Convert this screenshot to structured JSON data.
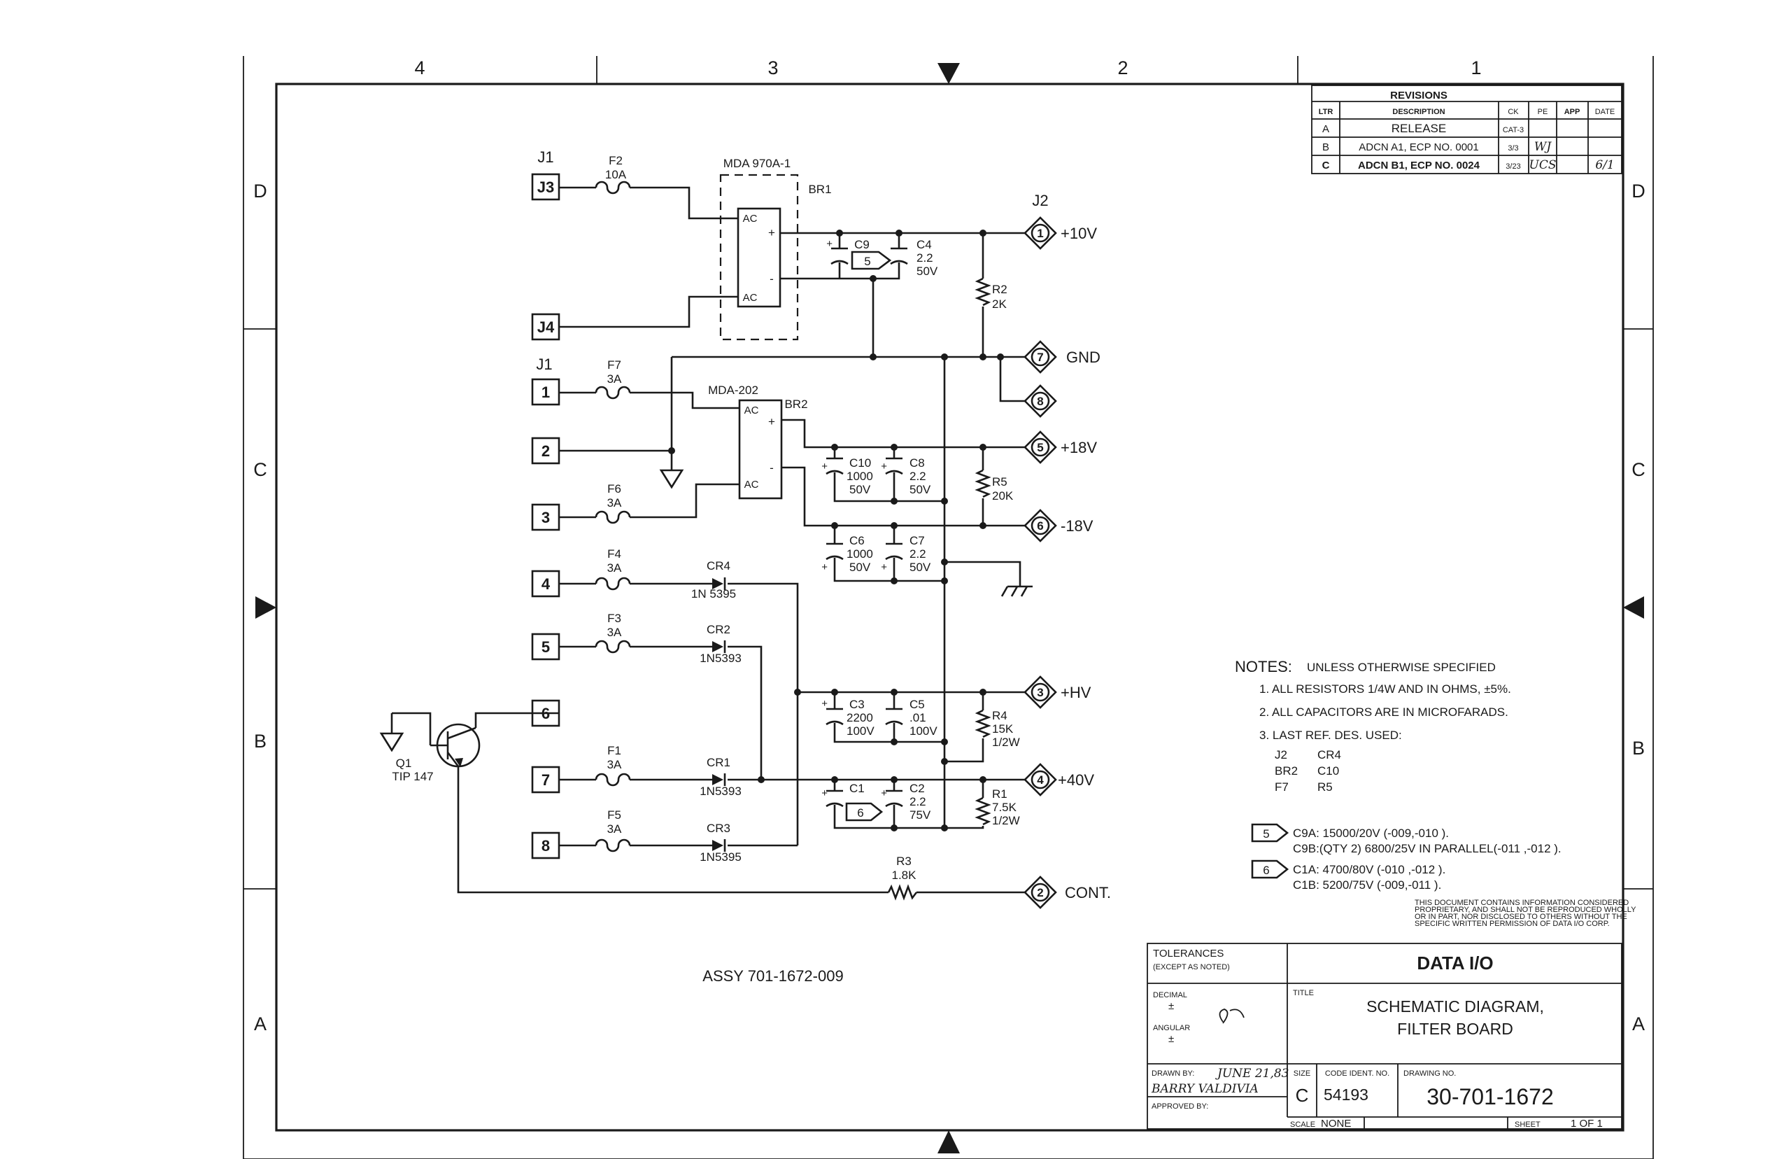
{
  "zones": {
    "top": [
      "4",
      "3",
      "2",
      "1"
    ],
    "side": [
      "D",
      "C",
      "B",
      "A"
    ]
  },
  "revisions": {
    "title": "REVISIONS",
    "headers": [
      "LTR",
      "DESCRIPTION",
      "CK",
      "PE",
      "APP",
      "DATE"
    ],
    "rows": [
      {
        "ltr": "A",
        "desc": "RELEASE",
        "ck": "CAT-3",
        "pe": "",
        "app": "",
        "date": ""
      },
      {
        "ltr": "B",
        "desc": "ADCN A1, ECP NO. 0001",
        "ck": "3/3",
        "pe": "WJ",
        "app": "",
        "date": ""
      },
      {
        "ltr": "C",
        "desc": "ADCN B1, ECP NO. 0024",
        "ck": "3/23",
        "pe": "UCS",
        "app": "",
        "date": "6/1"
      }
    ]
  },
  "schematic": {
    "connector_j1_top": "J1",
    "connector_j1_mid": "J1",
    "connector_j2": "J2",
    "pins_left": [
      "J3",
      "J4",
      "1",
      "2",
      "3",
      "4",
      "5",
      "6",
      "7",
      "8"
    ],
    "pins_right": [
      "1",
      "7",
      "8",
      "5",
      "6",
      "3",
      "4",
      "2"
    ],
    "outputs": [
      "+10V",
      "GND",
      "+18V",
      "-18V",
      "+HV",
      "+40V",
      "CONT."
    ],
    "bridge1": {
      "part": "MDA 970A-1",
      "ref": "BR1",
      "ac": "AC",
      "plus": "+",
      "minus": "-"
    },
    "bridge2": {
      "part": "MDA-202",
      "ref": "BR2",
      "ac": "AC",
      "plus": "+",
      "minus": "-"
    },
    "fuses": [
      {
        "ref": "F2",
        "value": "10A"
      },
      {
        "ref": "F7",
        "value": "3A"
      },
      {
        "ref": "F6",
        "value": "3A"
      },
      {
        "ref": "F4",
        "value": "3A"
      },
      {
        "ref": "F3",
        "value": "3A"
      },
      {
        "ref": "F1",
        "value": "3A"
      },
      {
        "ref": "F5",
        "value": "3A"
      }
    ],
    "diodes": [
      {
        "ref": "CR4",
        "part": "1N 5395"
      },
      {
        "ref": "CR2",
        "part": "1N5393"
      },
      {
        "ref": "CR1",
        "part": "1N5393"
      },
      {
        "ref": "CR3",
        "part": "1N5395"
      }
    ],
    "caps": [
      {
        "ref": "C9",
        "value": ""
      },
      {
        "ref": "C4",
        "value": "2.2",
        "volt": "50V"
      },
      {
        "ref": "C10",
        "value": "1000",
        "volt": "50V"
      },
      {
        "ref": "C8",
        "value": "2.2",
        "volt": "50V"
      },
      {
        "ref": "C6",
        "value": "1000",
        "volt": "50V"
      },
      {
        "ref": "C7",
        "value": "2.2",
        "volt": "50V"
      },
      {
        "ref": "C3",
        "value": "2200",
        "volt": "100V"
      },
      {
        "ref": "C5",
        "value": ".01",
        "volt": "100V"
      },
      {
        "ref": "C1",
        "value": ""
      },
      {
        "ref": "C2",
        "value": "2.2",
        "volt": "75V"
      }
    ],
    "resistors": [
      {
        "ref": "R2",
        "value": "2K",
        "watt": ""
      },
      {
        "ref": "R5",
        "value": "20K",
        "watt": ""
      },
      {
        "ref": "R4",
        "value": "15K",
        "watt": "1/2W"
      },
      {
        "ref": "R1",
        "value": "7.5K",
        "watt": "1/2W"
      },
      {
        "ref": "R3",
        "value": "1.8K",
        "watt": ""
      }
    ],
    "transistor": {
      "ref": "Q1",
      "part": "TIP 147"
    },
    "flags": {
      "c9": "5",
      "c1": "6"
    },
    "assembly": "ASSY 701-1672-009"
  },
  "notes": {
    "heading": "NOTES:",
    "subheading": "UNLESS OTHERWISE SPECIFIED",
    "items": [
      "1. ALL RESISTORS 1/4W AND IN OHMS, ±5%.",
      "2. ALL CAPACITORS ARE IN MICROFARADS.",
      "3. LAST REF. DES. USED:"
    ],
    "last_ref": [
      {
        "a": "J2",
        "b": "CR4"
      },
      {
        "a": "BR2",
        "b": "C10"
      },
      {
        "a": "F7",
        "b": "R5"
      }
    ],
    "flag5": {
      "num": "5",
      "line1": "C9A: 15000/20V (-009,-010 ).",
      "line2": "C9B:(QTY 2) 6800/25V IN PARALLEL(-011 ,-012 )."
    },
    "flag6": {
      "num": "6",
      "line1": "C1A: 4700/80V (-010 ,-012 ).",
      "line2": "C1B: 5200/75V (-009,-011 )."
    },
    "proprietary": [
      "THIS DOCUMENT CONTAINS INFORMATION CONSIDERED",
      "PROPRIETARY, AND SHALL NOT BE REPRODUCED WHOLLY",
      "OR IN PART, NOR DISCLOSED TO OTHERS WITHOUT THE",
      "SPECIFIC WRITTEN PERMISSION OF DATA I/O CORP."
    ]
  },
  "title_block": {
    "tolerances": "TOLERANCES",
    "except": "(EXCEPT AS NOTED)",
    "decimal": "DECIMAL",
    "angular": "ANGULAR",
    "pm": "±",
    "company": "DATA I/O",
    "title_label": "TITLE",
    "title_line1": "SCHEMATIC DIAGRAM,",
    "title_line2": "FILTER BOARD",
    "drawn_by_label": "DRAWN BY:",
    "drawn_date": "JUNE 21,83",
    "drawn_name": "BARRY VALDIVIA",
    "approved_label": "APPROVED BY:",
    "size_label": "SIZE",
    "size": "C",
    "code_label": "CODE IDENT. NO.",
    "code": "54193",
    "drawing_label": "DRAWING NO.",
    "drawing_no": "30-701-1672",
    "scale_label": "SCALE",
    "scale": "NONE",
    "sheet_label": "SHEET",
    "sheet": "1 OF 1"
  }
}
